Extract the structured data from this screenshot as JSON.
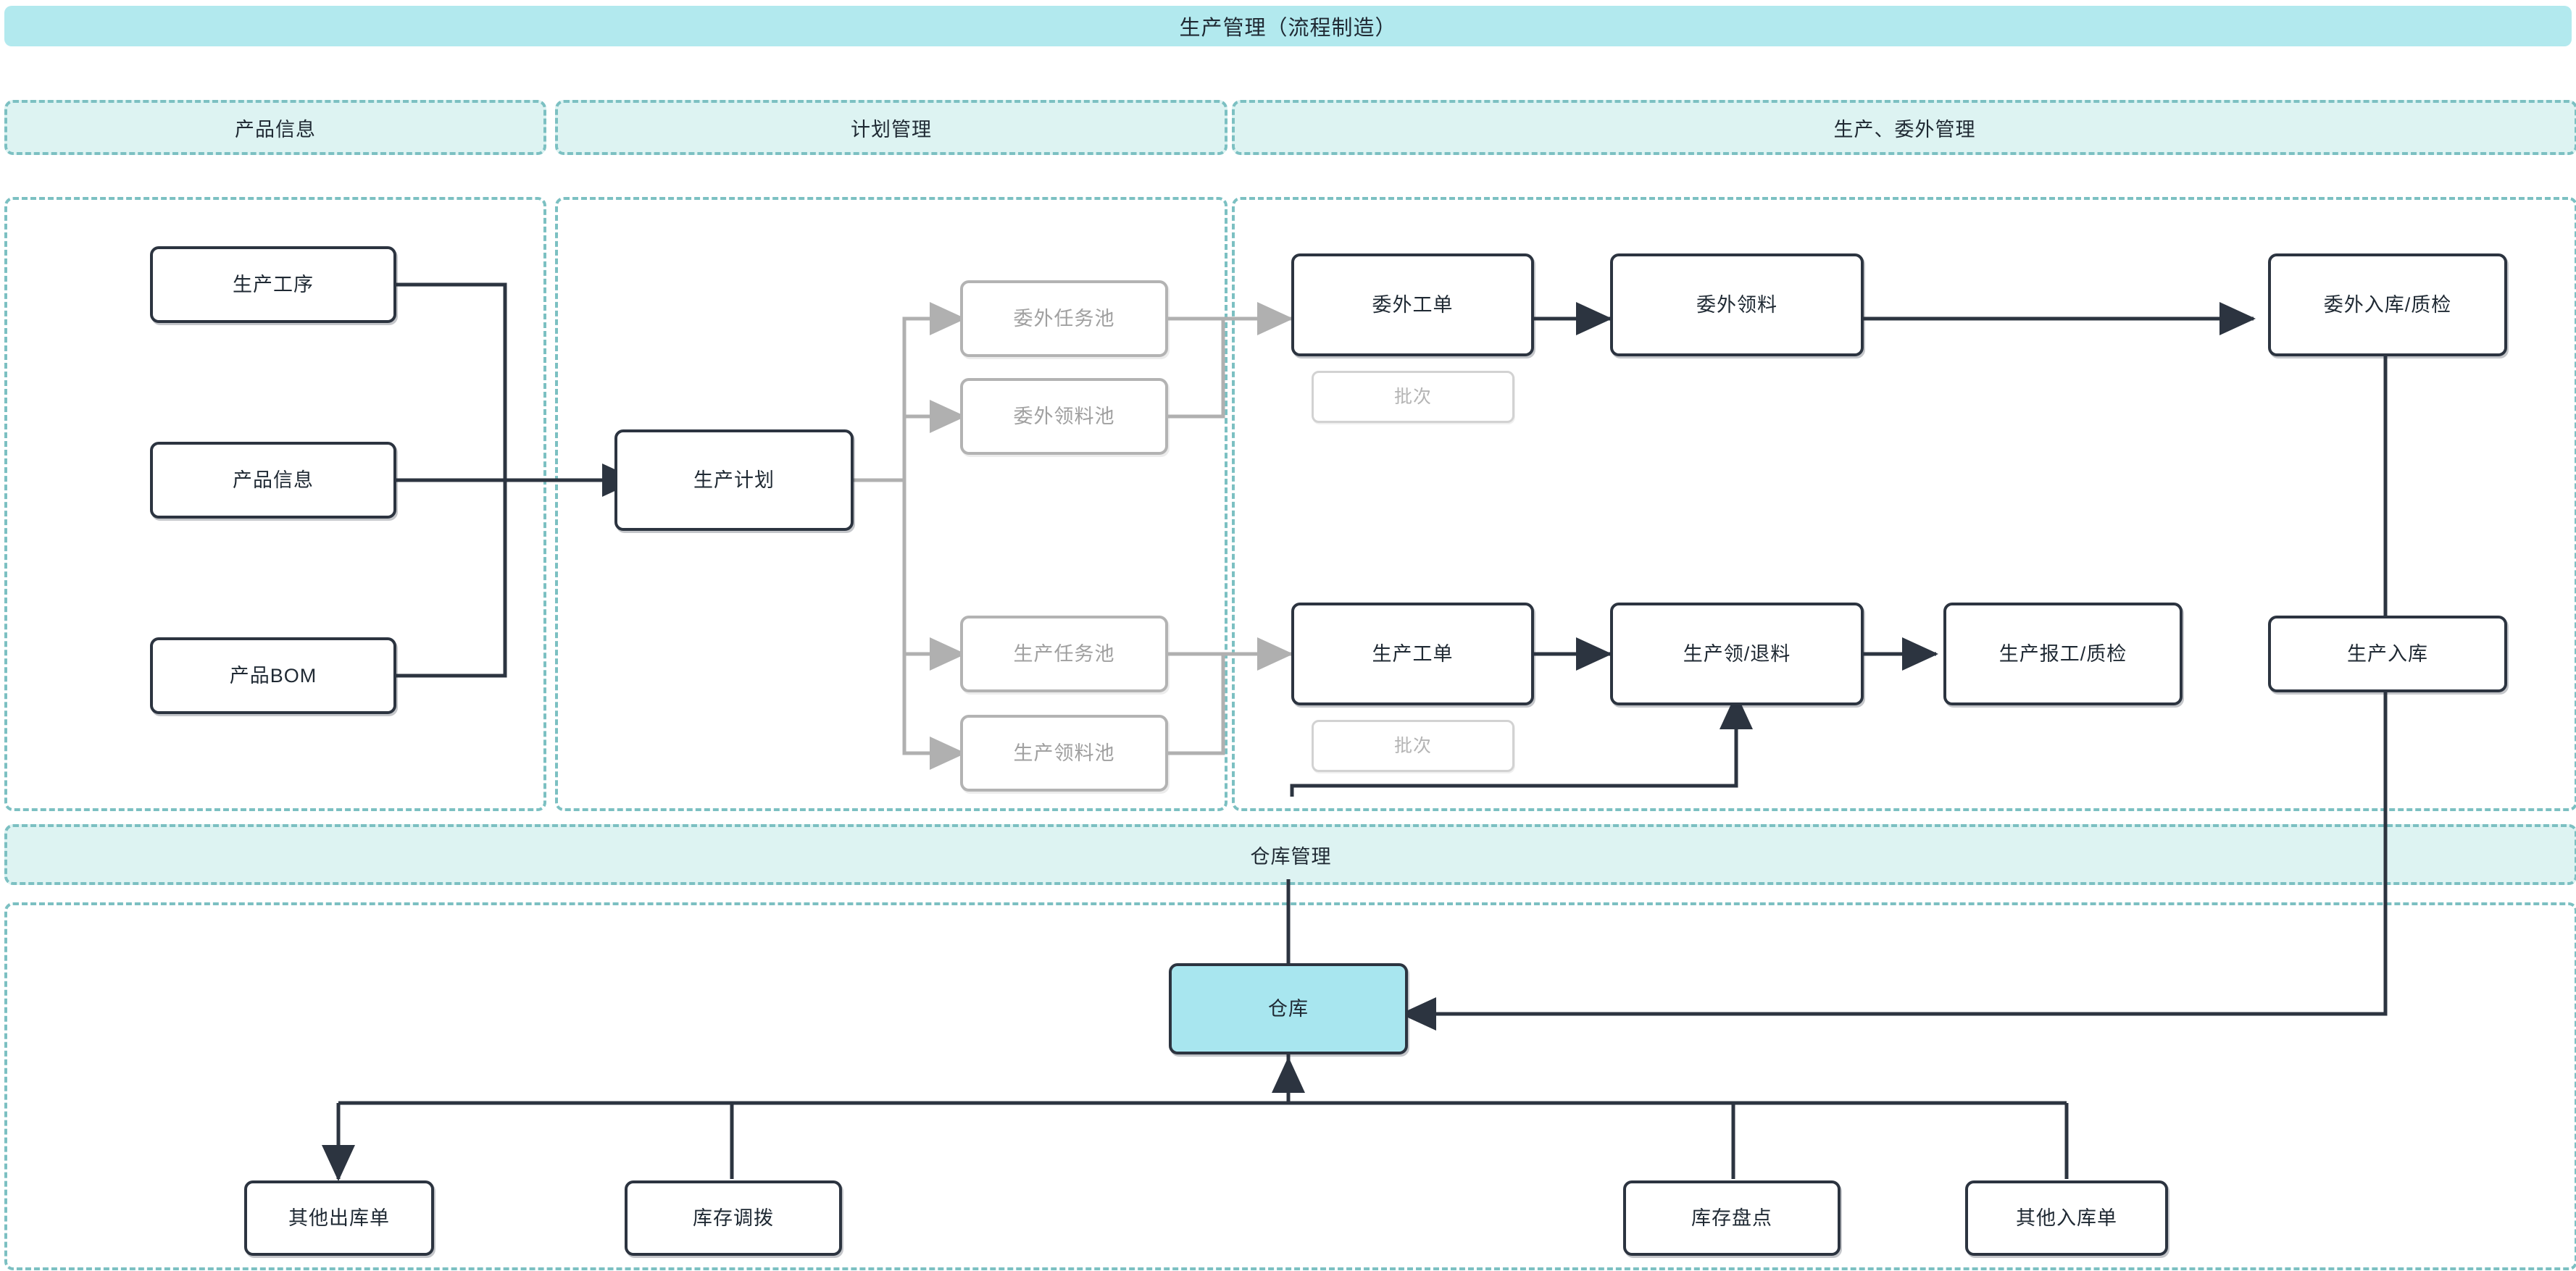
{
  "title_bar": {
    "label": "生产管理（流程制造）"
  },
  "lanes": [
    {
      "id": "product-info",
      "label": "产品信息"
    },
    {
      "id": "plan-management",
      "label": "计划管理"
    },
    {
      "id": "production-outsourcing",
      "label": "生产、委外管理"
    },
    {
      "id": "warehouse-management",
      "label": "仓库管理"
    }
  ],
  "nodes": {
    "production_process": "生产工序",
    "product_info": "产品信息",
    "product_bom": "产品BOM",
    "production_plan": "生产计划",
    "outsourcing_task_pool": "委外任务池",
    "outsourcing_pick_pool": "委外领料池",
    "production_task_pool": "生产任务池",
    "production_pick_pool": "生产领料池",
    "outsourcing_work_order": "委外工单",
    "outsourcing_batch": "批次",
    "outsourcing_picking": "委外领料",
    "outsourcing_inbound_qc": "委外入库/质检",
    "production_work_order": "生产工单",
    "production_batch": "批次",
    "production_pick_return": "生产领/退料",
    "production_report_qc": "生产报工/质检",
    "production_inbound": "生产入库",
    "warehouse": "仓库",
    "other_outbound": "其他出库单",
    "stock_transfer": "库存调拨",
    "stock_count": "库存盘点",
    "other_inbound": "其他入库单"
  },
  "colors": {
    "title_bar_bg": "#b2e9ee",
    "lane_head_bg": "#ddf3f2",
    "lane_border": "#7cc0c2",
    "node_border": "#2c3440",
    "node_accent": "#a8e6ef",
    "muted_border": "#b3b3b3",
    "muted_text": "#a0a0a0",
    "wire_dark": "#2c3440",
    "wire_gray": "#b0b0b0"
  }
}
